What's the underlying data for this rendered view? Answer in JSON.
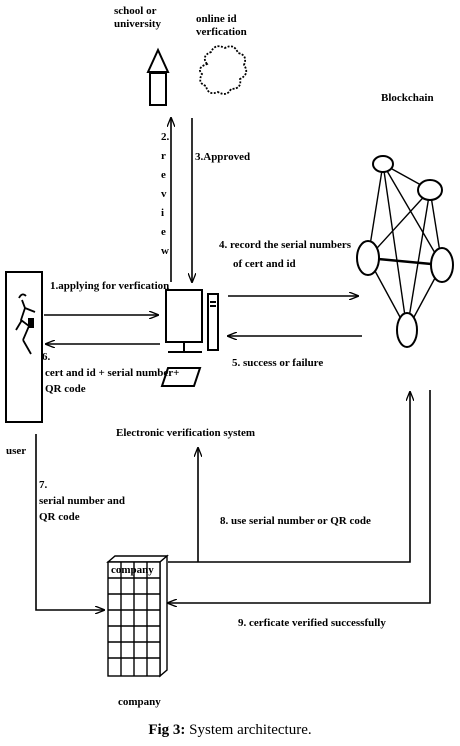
{
  "nodes": {
    "school": "school or\nuniversity",
    "online_id": "online id\nverfication",
    "blockchain": "Blockchain",
    "user": "user",
    "system": "Electronic verification system",
    "company": "company",
    "company_box": "company"
  },
  "edges": {
    "e1": "1.applying for verfication",
    "e2": "2.\nr\ne\nv\ni\ne\nw",
    "e3": "3.Approved",
    "e4": "4. record the serial numbers\nof cert and id",
    "e5": "5. success or failure",
    "e6": "6.\ncert and id + serial number+\nQR code",
    "e7": "7.\nserial number and\nQR code",
    "e8": "8. use serial number or QR code",
    "e9": "9. cerficate verified successfully"
  },
  "caption": {
    "prefix": "Fig 3:",
    "text": " System architecture."
  }
}
